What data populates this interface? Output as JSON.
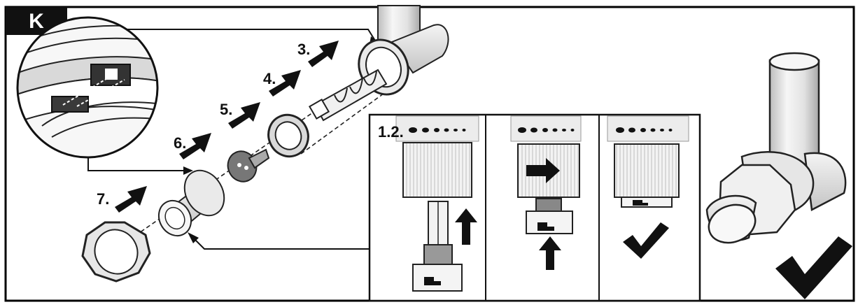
{
  "figure": {
    "panel_letter": "K",
    "steps": [
      "3.",
      "4.",
      "5.",
      "6.",
      "7."
    ],
    "inset_label": "1.2."
  },
  "colors": {
    "ink": "#111111",
    "frame": "#000000",
    "paper": "#ffffff",
    "metal_light": "#f2f2f2",
    "metal_mid": "#d6d6d6",
    "metal_dark": "#8a8a8a"
  }
}
